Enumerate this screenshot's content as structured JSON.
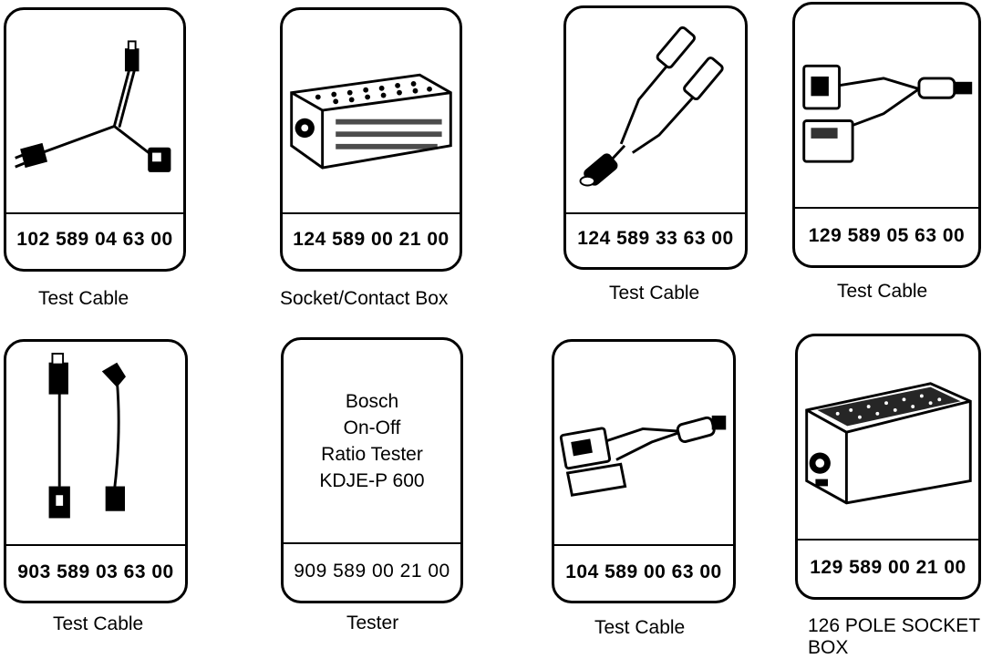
{
  "tools": [
    {
      "part_number": "102 589 04 63 00",
      "caption": "Test Cable",
      "icon": "y-test-cable-icon"
    },
    {
      "part_number": "124 589 00 21 00",
      "caption": "Socket/Contact Box",
      "icon": "socket-contact-box-icon"
    },
    {
      "part_number": "124 589 33 63 00",
      "caption": "Test Cable",
      "icon": "twin-probe-test-cable-icon"
    },
    {
      "part_number": "129 589 05 63 00",
      "caption": "Test Cable",
      "icon": "connector-test-cable-icon"
    },
    {
      "part_number": "903 589 03 63 00",
      "caption": "Test Cable",
      "icon": "jumper-test-cable-icon"
    },
    {
      "part_number": "909 589 00 21 00",
      "caption": "Tester",
      "lines": [
        "Bosch",
        "On-Off",
        "Ratio Tester",
        "KDJE-P 600"
      ]
    },
    {
      "part_number": "104 589 00 63 00",
      "caption": "Test Cable",
      "icon": "adapter-test-cable-icon"
    },
    {
      "part_number": "129 589 00 21 00",
      "caption": "126 POLE SOCKET BOX",
      "icon": "126-pole-socket-box-icon"
    }
  ]
}
